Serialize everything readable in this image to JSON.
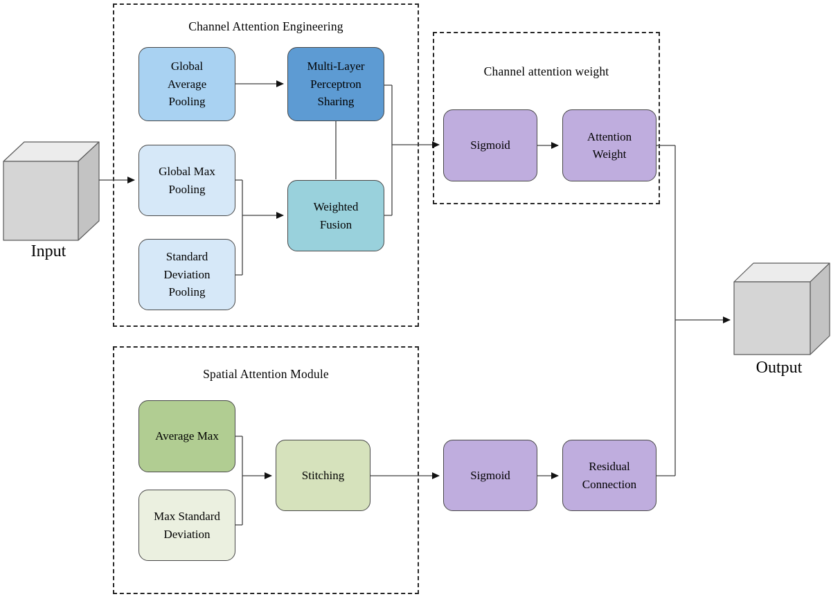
{
  "diagram": {
    "input": {
      "label": "Input"
    },
    "output": {
      "label": "Output"
    },
    "groups": [
      {
        "id": "channel-attention-engineering",
        "title": "Channel Attention Engineering"
      },
      {
        "id": "channel-attention-weight",
        "title": "Channel attention weight"
      },
      {
        "id": "spatial-attention-module",
        "title": "Spatial Attention Module"
      }
    ],
    "nodes": [
      {
        "id": "global-average-pooling",
        "label": "Global Average Pooling",
        "fill": "#a9d2f2"
      },
      {
        "id": "multi-layer-perceptron-sharing",
        "label": "Multi-Layer Perceptron Sharing",
        "fill": "#5d9bd3"
      },
      {
        "id": "global-max-pooling",
        "label": "Global Max Pooling",
        "fill": "#d6e8f8"
      },
      {
        "id": "standard-deviation-pooling",
        "label": "Standard Deviation Pooling",
        "fill": "#d6e8f8"
      },
      {
        "id": "weighted-fusion",
        "label": "Weighted Fusion",
        "fill": "#99d1dc"
      },
      {
        "id": "sigmoid-channel",
        "label": "Sigmoid",
        "fill": "#bfadde"
      },
      {
        "id": "attention-weight",
        "label": "Attention Weight",
        "fill": "#bfadde"
      },
      {
        "id": "average-max",
        "label": "Average Max",
        "fill": "#b1cd92"
      },
      {
        "id": "max-standard-deviation",
        "label": "Max Standard Deviation",
        "fill": "#ebf0e0"
      },
      {
        "id": "stitching",
        "label": "Stitching",
        "fill": "#d6e2bc"
      },
      {
        "id": "sigmoid-spatial",
        "label": "Sigmoid",
        "fill": "#bfadde"
      },
      {
        "id": "residual-connection",
        "label": "Residual Connection",
        "fill": "#bfadde"
      }
    ]
  },
  "colors": {
    "line": "#3f3f3f",
    "box_border": "#474747",
    "dashed_border": "#262626",
    "cube_front": "#d5d5d5",
    "cube_top": "#ececec",
    "cube_side": "#c3c3c3",
    "text": "#000000"
  }
}
